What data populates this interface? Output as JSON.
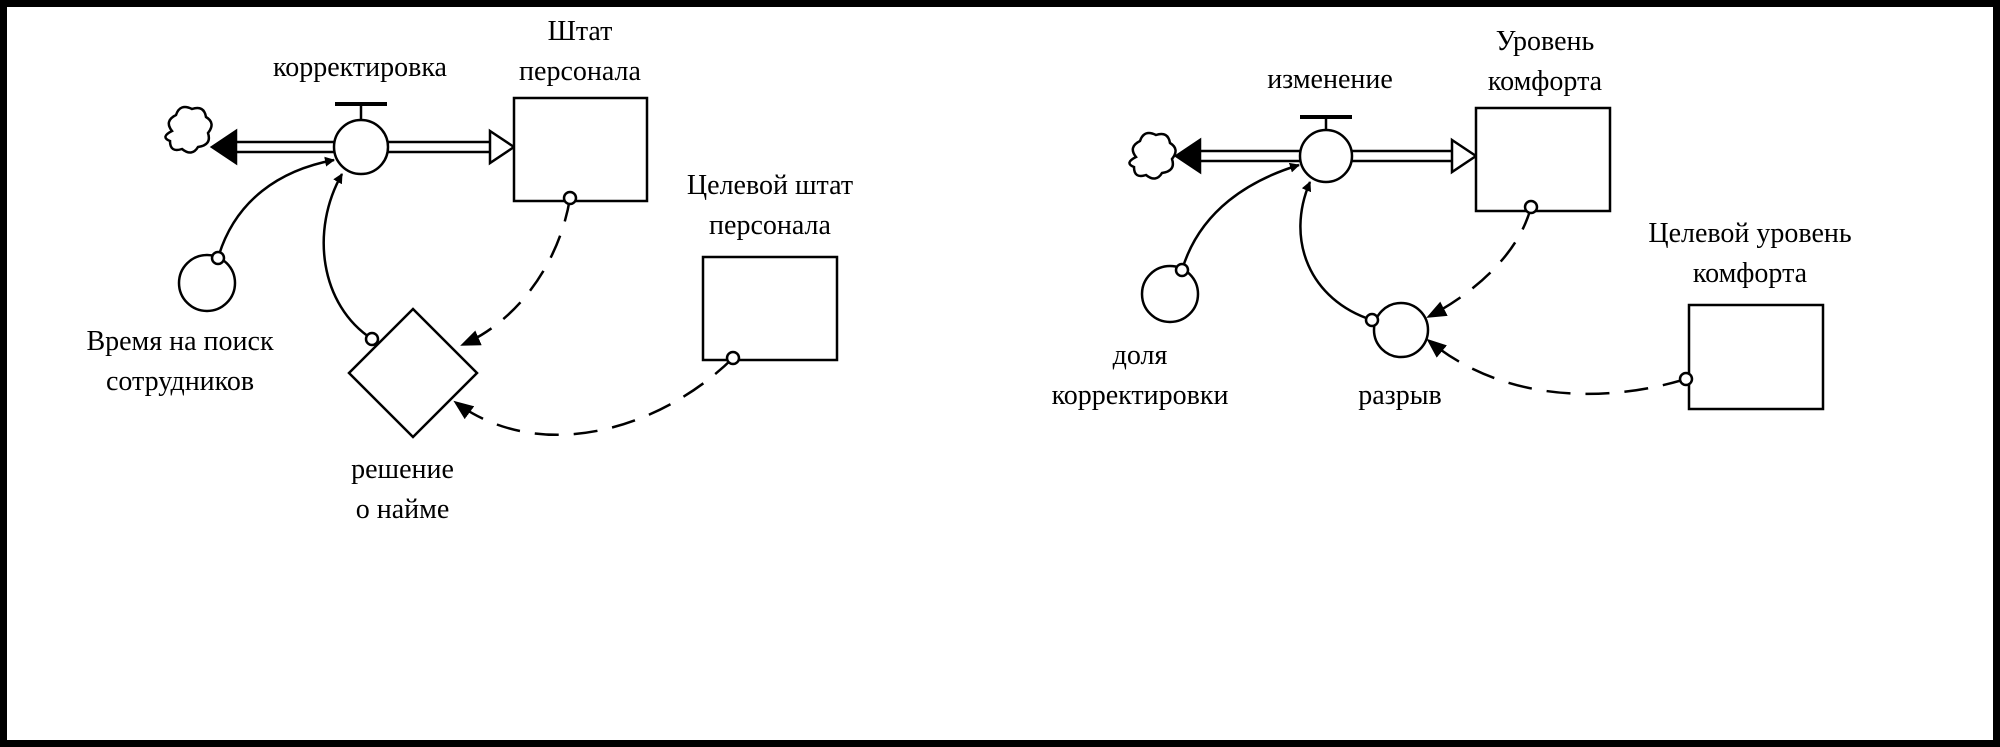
{
  "diagram_left": {
    "flow": {
      "label": "корректировка"
    },
    "stock": {
      "line1": "Штат",
      "line2": "персонала"
    },
    "target": {
      "line1": "Целевой штат",
      "line2": "персонала"
    },
    "time": {
      "line1": "Время на поиск",
      "line2": "сотрудников"
    },
    "decision": {
      "line1": "решение",
      "line2": "о найме"
    }
  },
  "diagram_right": {
    "flow": {
      "label": "изменение"
    },
    "stock": {
      "line1": "Уровень",
      "line2": "комфорта"
    },
    "target": {
      "line1": "Целевой уровень",
      "line2": "комфорта"
    },
    "fraction": {
      "line1": "доля",
      "line2": "корректировки"
    },
    "gap": {
      "label": "разрыв"
    }
  }
}
